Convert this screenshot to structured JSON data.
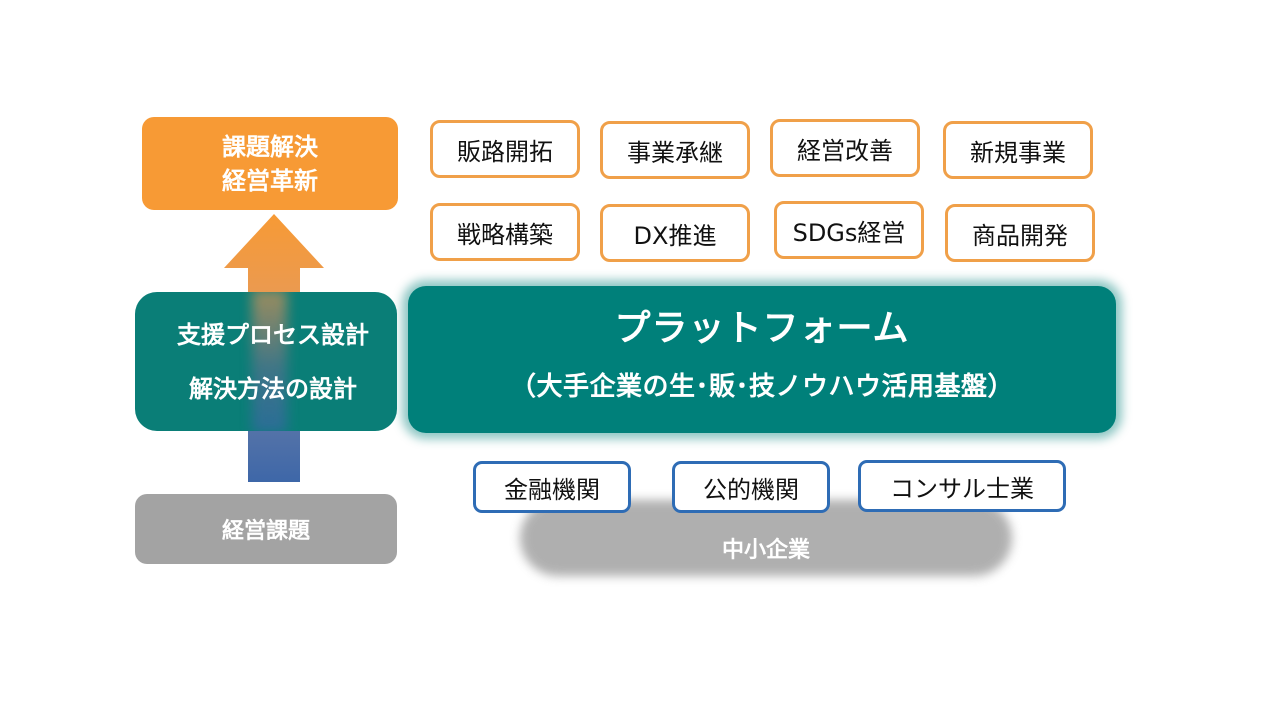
{
  "left": {
    "result_lines": [
      "課題解決",
      "経営革新"
    ],
    "process_lines": [
      "支援プロセス設計",
      "解決方法の設計"
    ],
    "issue": "経営課題"
  },
  "tags": {
    "row1": [
      "販路開拓",
      "事業承継",
      "経営改善",
      "新規事業"
    ],
    "row2": [
      "戦略構築",
      "DX推進",
      "SDGs経営",
      "商品開発"
    ]
  },
  "platform": {
    "title": "プラットフォーム",
    "subtitle": "（大手企業の生･販･技ノウハウ活用基盤）"
  },
  "orgs": [
    "金融機関",
    "公的機関",
    "コンサル士業"
  ],
  "sme": "中小企業",
  "colors": {
    "orange": "#f79a35",
    "teal": "#00807a",
    "gray": "#a3a3a3",
    "blue_border": "#2e6cb5",
    "orange_border": "#f0a049"
  }
}
